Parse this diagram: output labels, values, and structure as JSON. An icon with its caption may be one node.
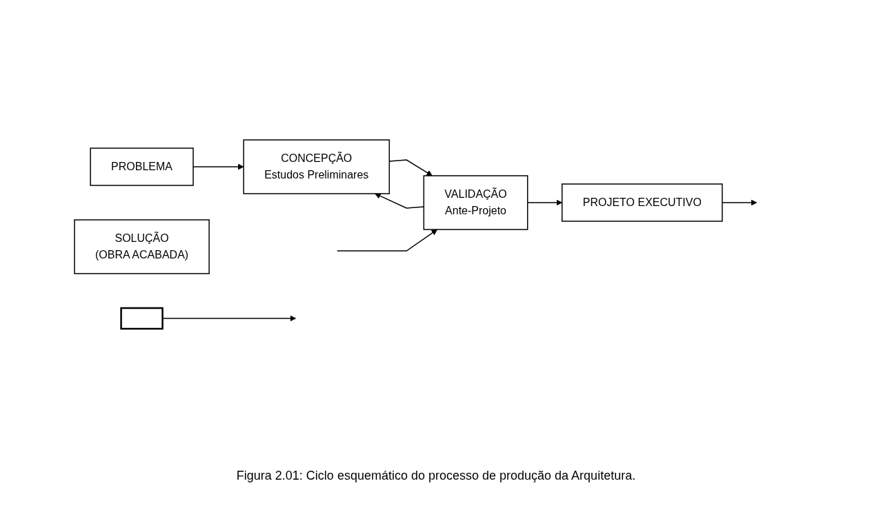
{
  "diagram": {
    "caption": "Figura 2.01: Ciclo esquemático do processo de produção da Arquitetura.",
    "nodes": [
      {
        "text": [
          "PROBLEMA"
        ]
      },
      {
        "text": [
          "CONCEPÇÃO",
          "Estudos Preliminares"
        ]
      },
      {
        "text": [
          "VALIDAÇÃO",
          "Ante-Projeto"
        ]
      },
      {
        "text": [
          "PROJETO EXECUTIVO"
        ]
      },
      {
        "text": [
          "SOLUÇÃO",
          "(OBRA ACABADA)"
        ]
      },
      {
        "text": [],
        "shape": "bar"
      }
    ],
    "edges": [
      {
        "from": 0,
        "to": 1,
        "arrow": "to"
      },
      {
        "from": 2,
        "to": 1,
        "arrow": "to"
      },
      {
        "from": 1,
        "to": 2,
        "arrow": "to"
      },
      {
        "from": 2,
        "to": 3,
        "arrow": "to"
      },
      {
        "from": null,
        "to": 2,
        "arrow": "to"
      },
      {
        "from": 3,
        "to": null,
        "arrow": "to"
      },
      {
        "from": 5,
        "to": null,
        "arrow": "to"
      }
    ]
  }
}
